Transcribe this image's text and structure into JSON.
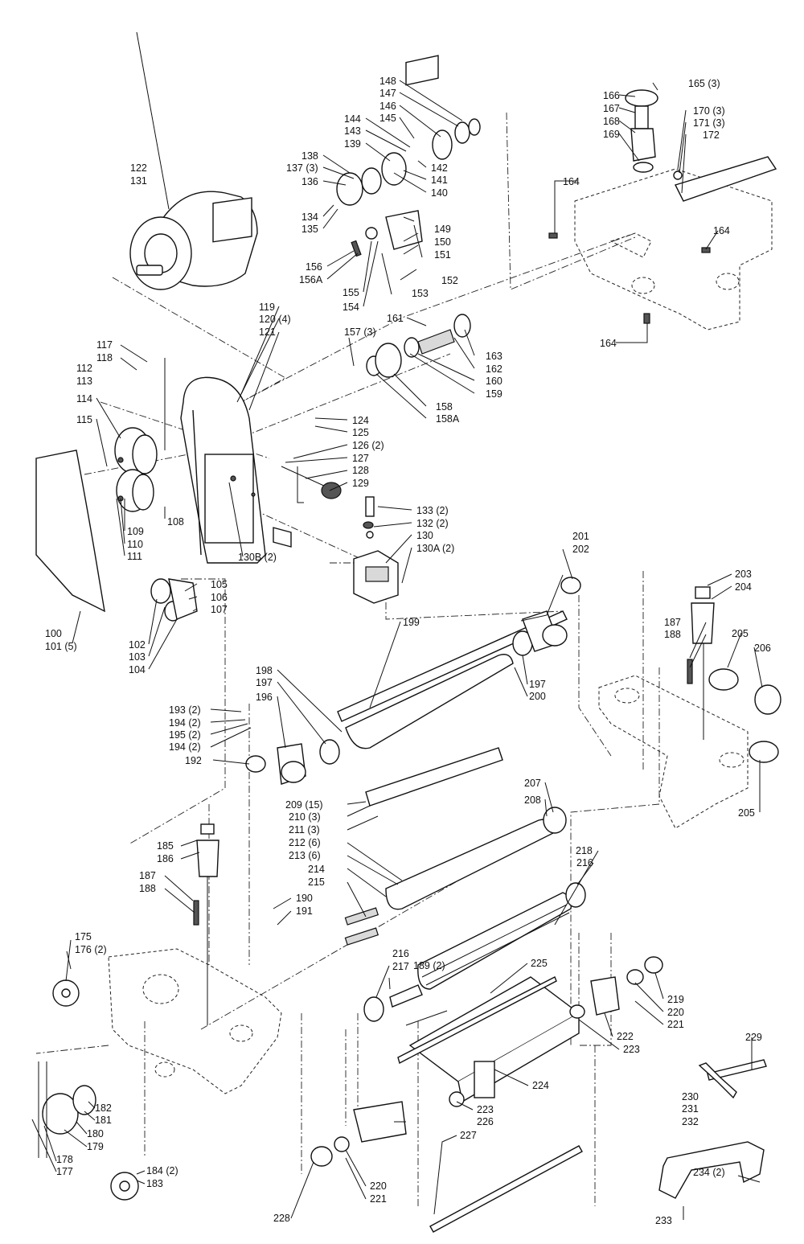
{
  "callouts": {
    "c100": "100",
    "c101": "101 (5)",
    "c102": "102",
    "c103": "103",
    "c104": "104",
    "c105": "105",
    "c106": "106",
    "c107": "107",
    "c108": "108",
    "c109": "109",
    "c110": "110",
    "c111": "111",
    "c112": "112",
    "c113": "113",
    "c114": "114",
    "c115": "115",
    "c117": "117",
    "c118": "118",
    "c119": "119",
    "c120": "120 (4)",
    "c121": "121",
    "c122": "122",
    "c131": "131",
    "c124": "124",
    "c125": "125",
    "c126": "126 (2)",
    "c127": "127",
    "c128": "128",
    "c129": "129",
    "c130": "130",
    "c130A": "130A (2)",
    "c130B": "130B (2)",
    "c132": "132 (2)",
    "c133": "133 (2)",
    "c134": "134",
    "c135": "135",
    "c136": "136",
    "c137": "137 (3)",
    "c138": "138",
    "c139": "139",
    "c140": "140",
    "c141": "141",
    "c142": "142",
    "c143": "143",
    "c144": "144",
    "c145": "145",
    "c146": "146",
    "c147": "147",
    "c148": "148",
    "c149": "149",
    "c150": "150",
    "c151": "151",
    "c152": "152",
    "c153": "153",
    "c154": "154",
    "c155": "155",
    "c156": "156",
    "c156A": "156A",
    "c157": "157 (3)",
    "c158": "158",
    "c158A": "158A",
    "c159": "159",
    "c160": "160",
    "c161": "161",
    "c162": "162",
    "c163": "163",
    "c164a": "164",
    "c164b": "164",
    "c164c": "164",
    "c165": "165 (3)",
    "c166": "166",
    "c167": "167",
    "c168": "168",
    "c169": "169",
    "c170": "170 (3)",
    "c171": "171 (3)",
    "c172": "172",
    "c175": "175",
    "c176": "176 (2)",
    "c177": "177",
    "c178": "178",
    "c179": "179",
    "c180": "180",
    "c181": "181",
    "c182": "182",
    "c183": "183",
    "c184": "184 (2)",
    "c185": "185",
    "c186": "186",
    "c187a": "187",
    "c188a": "188",
    "c187b": "187",
    "c188b": "188",
    "c189": "189 (2)",
    "c190": "190",
    "c191": "191",
    "c192": "192",
    "c193": "193 (2)",
    "c194a": "194 (2)",
    "c195": "195 (2)",
    "c194b": "194 (2)",
    "c196": "196",
    "c197a": "197",
    "c197b": "197",
    "c198": "198",
    "c199": "199",
    "c200": "200",
    "c201": "201",
    "c202": "202",
    "c203": "203",
    "c204": "204",
    "c205a": "205",
    "c205b": "205",
    "c206": "206",
    "c207": "207",
    "c208": "208",
    "c209": "209 (15)",
    "c210": "210 (3)",
    "c211": "211 (3)",
    "c212": "212 (6)",
    "c213": "213 (6)",
    "c214": "214",
    "c215": "215",
    "c216a": "216",
    "c216b": "216",
    "c217": "217",
    "c218": "218",
    "c219": "219",
    "c220a": "220",
    "c221a": "221",
    "c220b": "220",
    "c221b": "221",
    "c222": "222",
    "c223a": "223",
    "c223b": "223",
    "c224": "224",
    "c225": "225",
    "c226": "226",
    "c227": "227",
    "c228": "228",
    "c229": "229",
    "c230": "230",
    "c231": "231",
    "c232": "232",
    "c233": "233",
    "c234": "234 (2)"
  }
}
